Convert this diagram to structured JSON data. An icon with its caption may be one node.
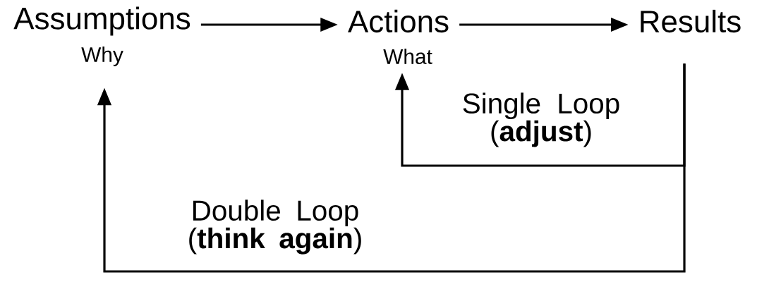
{
  "diagram": {
    "nodes": [
      {
        "text": [
          "Assumptions"
        ],
        "beside": [
          "Why"
        ]
      },
      {
        "text": [
          "Actions"
        ],
        "beside": [
          "What"
        ]
      },
      {
        "text": [
          "Results"
        ]
      }
    ],
    "edges": [
      {
        "from": 0,
        "to": 1,
        "arrow": "to"
      },
      {
        "from": 1,
        "to": 2,
        "arrow": "to"
      },
      {
        "from": 2,
        "to": 1,
        "arrow": "to",
        "label": "Single Loop (**adjust**)"
      },
      {
        "from": 2,
        "to": 0,
        "arrow": "to",
        "label": "Double Loop (**think again**)"
      }
    ]
  }
}
